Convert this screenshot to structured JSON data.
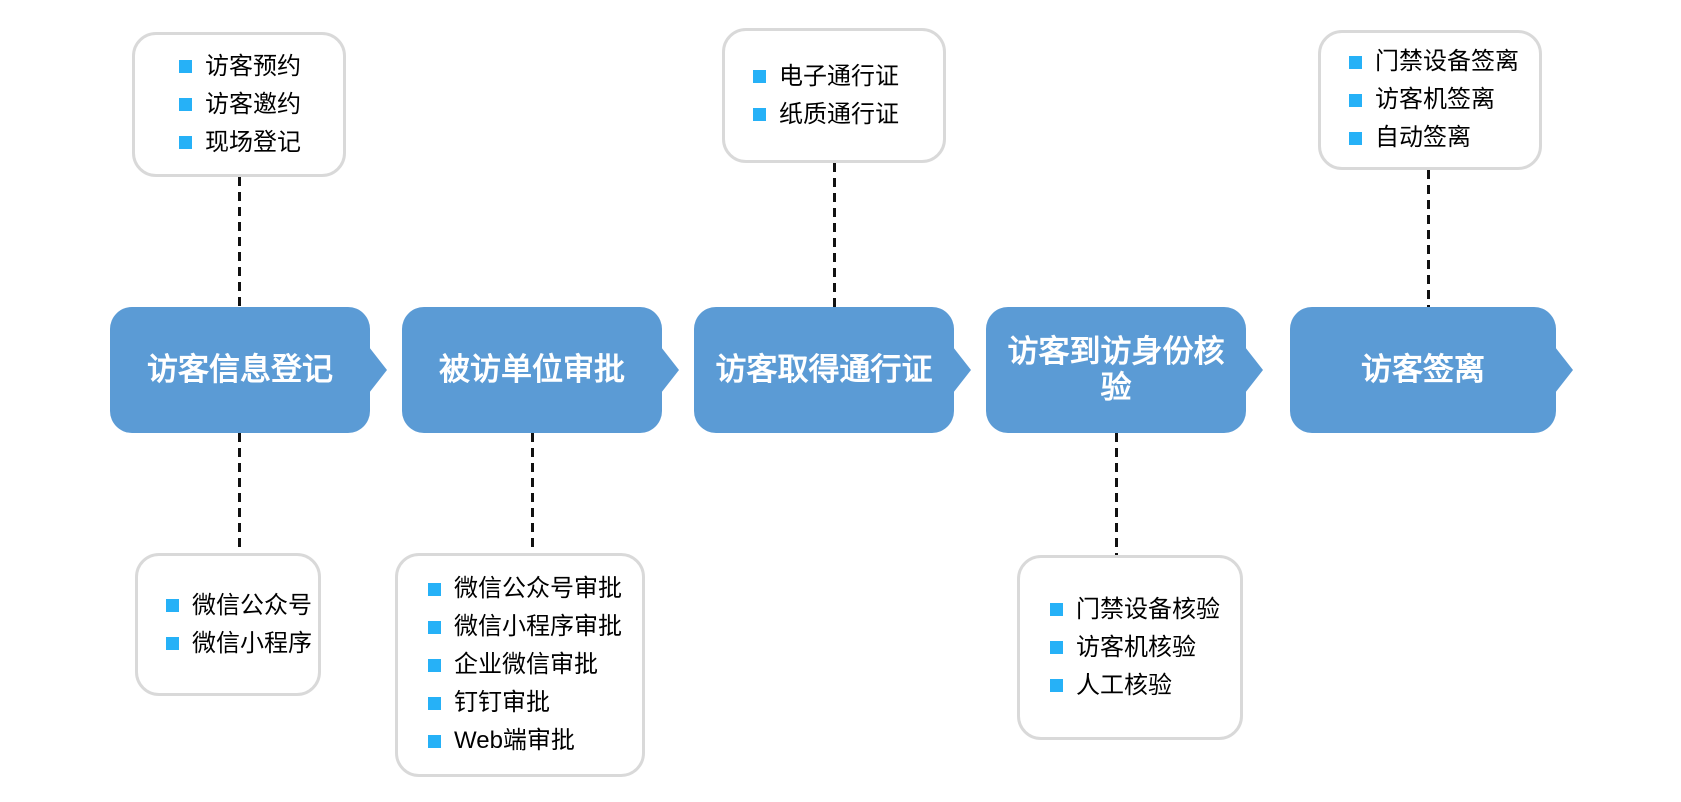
{
  "palette": {
    "step_fill": "#5B9BD5",
    "bullet_fill": "#26B1F7",
    "callout_border": "#D9D9D9",
    "step_text": "#FFFFFF",
    "callout_text": "#000000",
    "connector": "#111111"
  },
  "flow": {
    "steps": [
      {
        "label": "访客信息登记"
      },
      {
        "label": "被访单位审批"
      },
      {
        "label": "访客取得通行证"
      },
      {
        "label": "访客到访身份核验"
      },
      {
        "label": "访客签离"
      }
    ]
  },
  "callouts": {
    "top": [
      {
        "attached_to": "访客信息登记",
        "items": [
          "访客预约",
          "访客邀约",
          "现场登记"
        ]
      },
      {
        "attached_to": "访客取得通行证",
        "items": [
          "电子通行证",
          "纸质通行证"
        ]
      },
      {
        "attached_to": "访客签离",
        "items": [
          "门禁设备签离",
          "访客机签离",
          "自动签离"
        ]
      }
    ],
    "bottom": [
      {
        "attached_to": "访客信息登记",
        "items": [
          "微信公众号",
          "微信小程序"
        ]
      },
      {
        "attached_to": "被访单位审批",
        "items": [
          "微信公众号审批",
          "微信小程序审批",
          "企业微信审批",
          "钉钉审批",
          "Web端审批"
        ]
      },
      {
        "attached_to": "访客到访身份核验",
        "items": [
          "门禁设备核验",
          "访客机核验",
          "人工核验"
        ]
      }
    ]
  }
}
